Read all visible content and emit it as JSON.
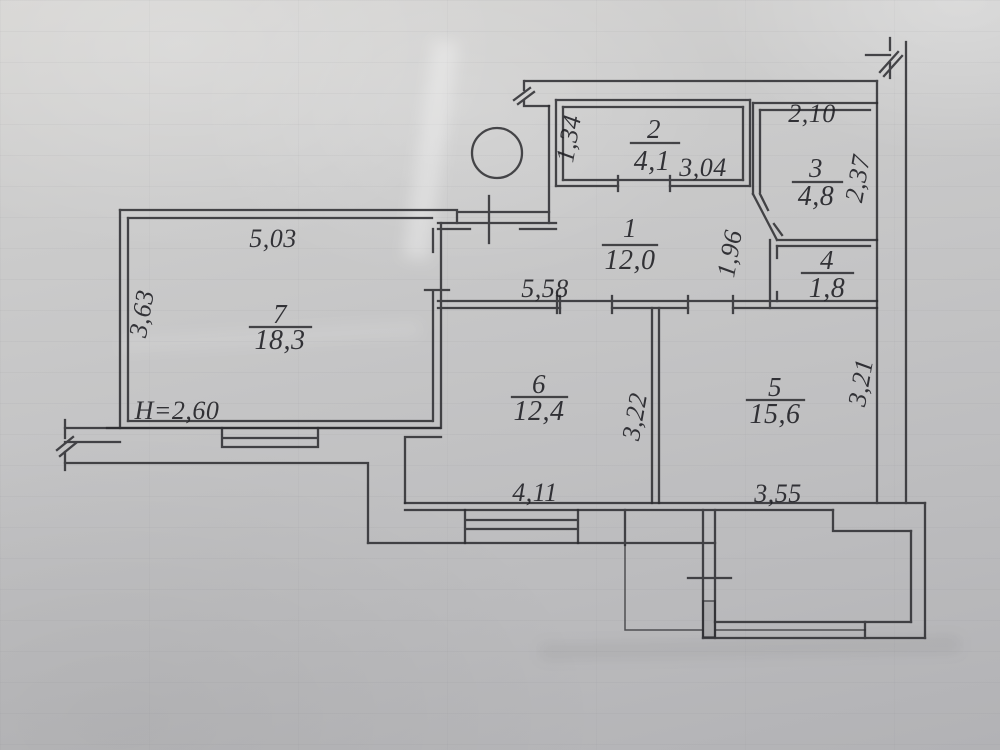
{
  "document": {
    "kind": "apartment-floor-plan-scan"
  },
  "colors": {
    "paper": "#c6c6c7",
    "ink": "#2b2b2f"
  },
  "plan": {
    "height_label": "H=2,60",
    "rooms": [
      {
        "number": "1",
        "area": "12,0"
      },
      {
        "number": "2",
        "area": "4,1"
      },
      {
        "number": "3",
        "area": "4,8"
      },
      {
        "number": "4",
        "area": "1,8"
      },
      {
        "number": "5",
        "area": "15,6"
      },
      {
        "number": "6",
        "area": "12,4"
      },
      {
        "number": "7",
        "area": "18,3"
      }
    ],
    "dims": {
      "d134": "1,34",
      "d304": "3,04",
      "d210": "2,10",
      "d237": "2,37",
      "d196": "1,96",
      "d558": "5,58",
      "d503": "5,03",
      "d363": "3,63",
      "d322": "3,22",
      "d411": "4,11",
      "d321": "3,21",
      "d355": "3,55"
    }
  }
}
